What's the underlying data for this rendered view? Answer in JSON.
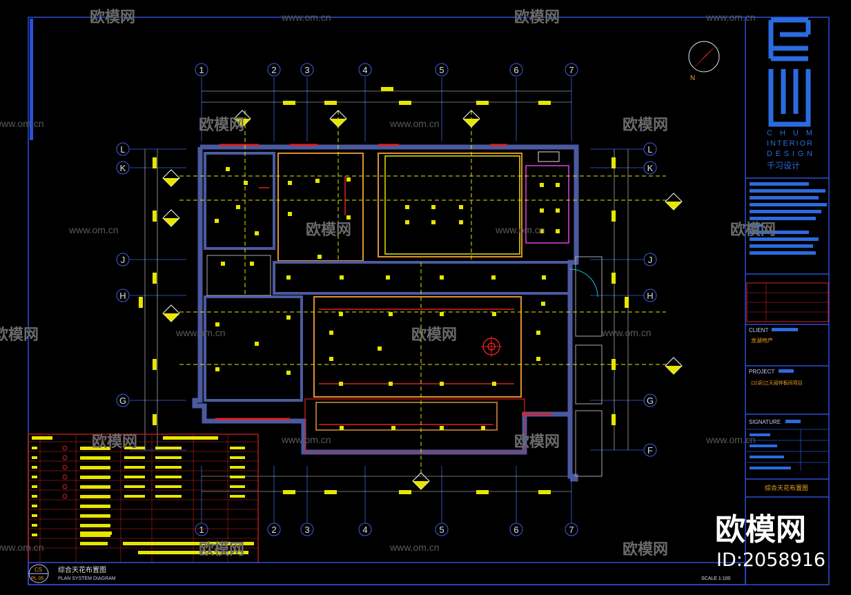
{
  "drawing": {
    "columns": [
      "1",
      "2",
      "3",
      "4",
      "5",
      "6",
      "7"
    ],
    "rows": [
      "L",
      "K",
      "J",
      "H",
      "G",
      "F"
    ],
    "north_label": "N",
    "section_marks": [
      "01\nTP.03",
      "02\nTP.03",
      "03\nTP.03",
      "04\nTP.03"
    ],
    "title_badge_top": "CS",
    "title_badge_bottom": "PL.05",
    "title_cn": "综合天花布置图",
    "title_en": "PLAN SYSTEM DIAGRAM",
    "scale": "SCALE  1:100"
  },
  "title_block": {
    "brand_en": [
      "C H U M",
      "INTERIOR",
      "DESIGN"
    ],
    "brand_cn": "千习设计",
    "client_label": "CLIENT",
    "client_value": "龙湖地产",
    "project_label": "PROJECT",
    "project_value": "口(卓)江天阅样板间项目",
    "signature_label": "SIGNATURE",
    "drawing_name": "综合天花布置图"
  },
  "watermark": {
    "brand": "欧模网",
    "url": "www.om.cn",
    "big_brand": "欧模网",
    "id_label": "ID:2058916"
  },
  "colors": {
    "background": "#000000",
    "frame": "#2b4fd8",
    "wall": "#4b5aa0",
    "yellow": "#e6e600",
    "red": "#e02020",
    "orange": "#f0a020",
    "magenta": "#e040e0",
    "cyan": "#20c0e0"
  }
}
